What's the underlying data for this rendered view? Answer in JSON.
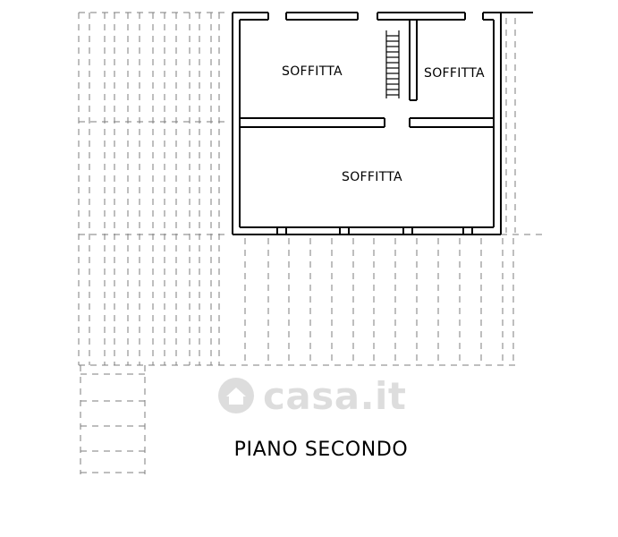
{
  "plan": {
    "title": "PIANO SECONDO",
    "rooms": [
      {
        "label": "SOFFITTA"
      },
      {
        "label": "SOFFITTA"
      },
      {
        "label": "SOFFITTA"
      }
    ]
  },
  "watermark": {
    "text": "casa.it",
    "icon": "house-logo-icon"
  },
  "colors": {
    "wall": "#000000",
    "hidden_lines": "#8a8a8a",
    "background": "#ffffff",
    "watermark": "#d9d9d9"
  }
}
